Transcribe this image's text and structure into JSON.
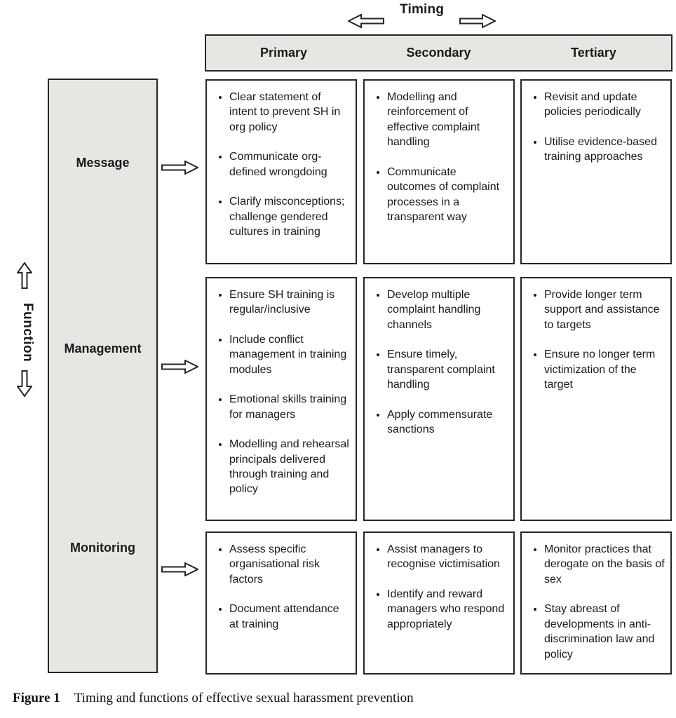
{
  "axes": {
    "timing": "Timing",
    "function": "Function"
  },
  "grid": {
    "columns": [
      {
        "label": "Primary"
      },
      {
        "label": "Secondary"
      },
      {
        "label": "Tertiary"
      }
    ],
    "rows": [
      {
        "label": "Message",
        "cells": [
          {
            "items": [
              "Clear statement of intent to prevent SH in org policy",
              "Communicate org-defined wrongdoing",
              "Clarify misconceptions; challenge gendered cultures in training"
            ]
          },
          {
            "items": [
              "Modelling and reinforcement of effective complaint handling",
              "Communicate outcomes of complaint processes in a transparent way"
            ]
          },
          {
            "items": [
              "Revisit and update policies periodically",
              "Utilise evidence-based training approaches"
            ]
          }
        ]
      },
      {
        "label": "Management",
        "cells": [
          {
            "items": [
              "Ensure SH training is regular/inclusive",
              "Include conflict management in training modules",
              "Emotional skills training for managers",
              "Modelling and rehearsal principals delivered through training and policy"
            ]
          },
          {
            "items": [
              "Develop multiple complaint handling channels",
              "Ensure timely, transparent complaint handling",
              "Apply commensurate sanctions"
            ]
          },
          {
            "items": [
              "Provide longer term support and assistance to targets",
              "Ensure no longer term victimization of the target"
            ]
          }
        ]
      },
      {
        "label": "Monitoring",
        "cells": [
          {
            "items": [
              "Assess specific organisational risk factors",
              "Document attendance at training"
            ]
          },
          {
            "items": [
              "Assist managers to recognise victimisation",
              "Identify and reward managers who respond appropriately"
            ]
          },
          {
            "items": [
              "Monitor practices that derogate on the basis of sex",
              "Stay abreast of developments in anti-discrimination law and policy"
            ]
          }
        ]
      }
    ]
  },
  "caption": {
    "label": "Figure 1",
    "text": "Timing and functions of effective sexual harassment prevention"
  },
  "colors": {
    "panel_fill": "#e6e6e3",
    "border": "#262626",
    "text": "#1a1a1a",
    "background": "#ffffff"
  }
}
